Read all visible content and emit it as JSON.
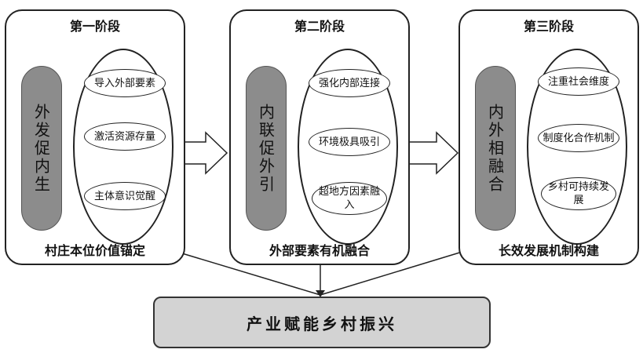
{
  "stages": [
    {
      "title": "第一阶段",
      "mechanism": "外发促内生",
      "steps": [
        "导入外部要素",
        "激活资源存量",
        "主体意识觉醒"
      ],
      "footer": "村庄本位价值锚定"
    },
    {
      "title": "第二阶段",
      "mechanism": "内联促外引",
      "steps": [
        "强化内部连接",
        "环境极具吸引",
        "超地方因素融入"
      ],
      "footer": "外部要素有机融合"
    },
    {
      "title": "第三阶段",
      "mechanism": "内外相融合",
      "steps": [
        "注重社会维度",
        "制度化合作机制",
        "乡村可持续发展"
      ],
      "footer": "长效发展机制构建"
    }
  ],
  "goal": "产业赋能乡村振兴",
  "colors": {
    "pill": "#8c8c8c",
    "goal_box": "#d3d3d3",
    "line": "#222222"
  }
}
